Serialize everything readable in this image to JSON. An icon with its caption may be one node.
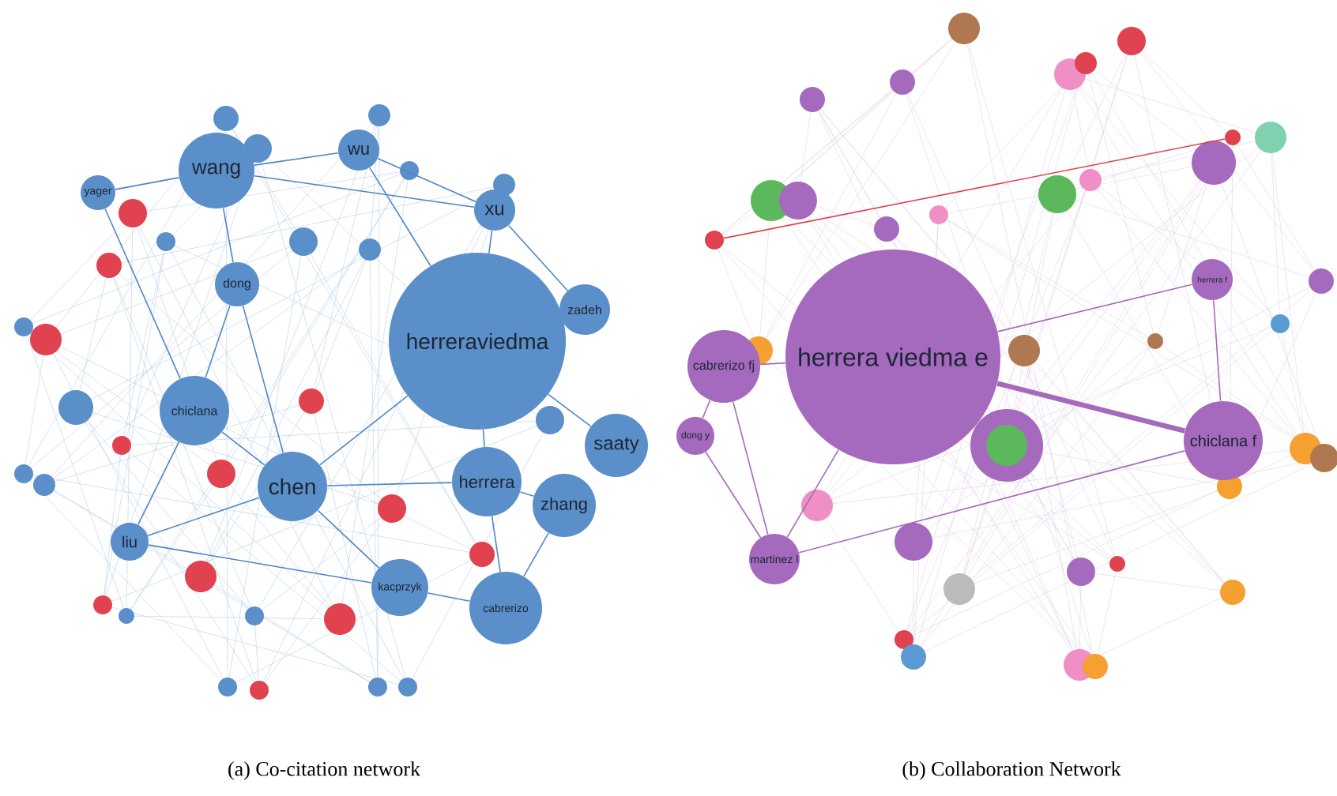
{
  "diagram": {
    "nodes": [
      {
        "text": [
          "wang"
        ]
      },
      {
        "text": [
          "wu"
        ]
      },
      {
        "text": [
          "yager"
        ]
      },
      {
        "text": [
          "xu"
        ]
      },
      {
        "text": [
          "dong"
        ]
      },
      {
        "text": [
          "zadeh"
        ]
      },
      {
        "text": [
          "herreraviedma"
        ]
      },
      {
        "text": [
          "chiclana"
        ]
      },
      {
        "text": [
          "saaty"
        ]
      },
      {
        "text": [
          "zhang"
        ]
      },
      {
        "text": [
          "chen"
        ]
      },
      {
        "text": [
          "herrera"
        ]
      },
      {
        "text": [
          "liu"
        ]
      },
      {
        "text": [
          "kacprzyk"
        ]
      },
      {
        "text": [
          "cabrerizo"
        ]
      },
      {
        "text": [
          "herrera viedma e"
        ]
      },
      {
        "text": [
          "cabrerizo fj"
        ]
      },
      {
        "text": [
          "dong y"
        ]
      },
      {
        "text": [
          "chiclana f"
        ]
      },
      {
        "text": [
          "martinez l"
        ]
      },
      {
        "text": [
          "herrera f"
        ]
      },
      {
        "text": [],
        "shape": "circle"
      },
      {
        "text": [],
        "shape": "circle"
      },
      {
        "text": [],
        "shape": "circle"
      },
      {
        "text": [],
        "shape": "circle"
      },
      {
        "text": [],
        "shape": "circle"
      },
      {
        "text": [],
        "shape": "circle"
      },
      {
        "text": [],
        "shape": "circle"
      },
      {
        "text": [],
        "shape": "circle"
      },
      {
        "text": [],
        "shape": "circle"
      },
      {
        "text": [],
        "shape": "circle"
      },
      {
        "text": [],
        "shape": "circle"
      },
      {
        "text": [],
        "shape": "circle"
      },
      {
        "text": [],
        "shape": "circle"
      },
      {
        "text": [],
        "shape": "circle"
      },
      {
        "text": [],
        "shape": "circle"
      },
      {
        "text": [],
        "shape": "circle"
      },
      {
        "text": [],
        "shape": "circle"
      },
      {
        "text": [],
        "shape": "circle"
      },
      {
        "text": [],
        "shape": "circle"
      },
      {
        "text": [],
        "shape": "circle"
      },
      {
        "text": [],
        "shape": "circle"
      },
      {
        "text": [],
        "shape": "circle"
      },
      {
        "text": [],
        "shape": "circle"
      },
      {
        "text": [],
        "shape": "circle"
      },
      {
        "text": [],
        "shape": "circle"
      },
      {
        "text": [],
        "shape": "circle"
      },
      {
        "text": [],
        "shape": "circle"
      },
      {
        "text": [],
        "shape": "circle"
      },
      {
        "text": [],
        "shape": "circle"
      },
      {
        "text": [],
        "shape": "circle"
      },
      {
        "text": [],
        "shape": "circle"
      },
      {
        "text": [],
        "shape": "circle"
      },
      {
        "text": [],
        "shape": "circle"
      },
      {
        "text": [],
        "shape": "circle"
      },
      {
        "text": [],
        "shape": "circle"
      },
      {
        "text": [],
        "shape": "circle"
      },
      {
        "text": [],
        "shape": "circle"
      },
      {
        "text": [],
        "shape": "circle"
      },
      {
        "text": [],
        "shape": "circle"
      },
      {
        "text": [],
        "shape": "circle"
      },
      {
        "text": [],
        "shape": "circle"
      },
      {
        "text": [],
        "shape": "circle"
      },
      {
        "text": [],
        "shape": "circle"
      },
      {
        "text": [],
        "shape": "circle"
      },
      {
        "text": [],
        "shape": "circle"
      },
      {
        "text": [],
        "shape": "circle"
      },
      {
        "text": [],
        "shape": "circle"
      },
      {
        "text": [],
        "shape": "circle"
      },
      {
        "text": [],
        "shape": "circle"
      },
      {
        "text": [],
        "shape": "circle"
      },
      {
        "text": [],
        "shape": "circle"
      },
      {
        "text": [],
        "shape": "circle"
      },
      {
        "text": [],
        "shape": "circle"
      },
      {
        "text": [],
        "shape": "circle"
      },
      {
        "text": [],
        "shape": "circle"
      },
      {
        "text": [],
        "shape": "circle"
      },
      {
        "text": [],
        "shape": "circle"
      },
      {
        "text": [],
        "shape": "circle"
      },
      {
        "text": [],
        "shape": "circle"
      },
      {
        "text": [],
        "shape": "circle"
      },
      {
        "text": [],
        "shape": "circle"
      },
      {
        "text": [],
        "shape": "circle"
      },
      {
        "text": [],
        "shape": "circle"
      },
      {
        "text": [],
        "shape": "circle"
      },
      {
        "text": [],
        "shape": "circle"
      }
    ],
    "edges": [
      {
        "from": 0,
        "to": 1,
        "arrow": "none"
      },
      {
        "from": 1,
        "to": 3,
        "arrow": "none"
      },
      {
        "from": 0,
        "to": 4,
        "arrow": "none"
      },
      {
        "from": 2,
        "to": 0,
        "arrow": "none"
      },
      {
        "from": 3,
        "to": 5,
        "arrow": "none"
      },
      {
        "from": 3,
        "to": 6,
        "arrow": "none"
      },
      {
        "from": 6,
        "to": 8,
        "arrow": "none"
      },
      {
        "from": 6,
        "to": 11,
        "arrow": "none"
      },
      {
        "from": 4,
        "to": 7,
        "arrow": "none"
      },
      {
        "from": 7,
        "to": 10,
        "arrow": "none"
      },
      {
        "from": 10,
        "to": 11,
        "arrow": "none"
      },
      {
        "from": 11,
        "to": 9,
        "arrow": "none"
      },
      {
        "from": 10,
        "to": 13,
        "arrow": "none"
      },
      {
        "from": 13,
        "to": 14,
        "arrow": "none"
      },
      {
        "from": 11,
        "to": 14,
        "arrow": "none"
      },
      {
        "from": 12,
        "to": 7,
        "arrow": "none"
      },
      {
        "from": 12,
        "to": 10,
        "arrow": "none"
      },
      {
        "from": 2,
        "to": 7,
        "arrow": "none"
      },
      {
        "from": 1,
        "to": 6,
        "arrow": "none"
      },
      {
        "from": 4,
        "to": 10,
        "arrow": "none"
      },
      {
        "from": 12,
        "to": 13,
        "arrow": "none"
      },
      {
        "from": 14,
        "to": 9,
        "arrow": "none"
      },
      {
        "from": 10,
        "to": 6,
        "arrow": "none"
      },
      {
        "from": 0,
        "to": 3,
        "arrow": "none"
      },
      {
        "from": 15,
        "to": 18,
        "arrow": "none",
        "style": "thick",
        "color": "#a569bd"
      },
      {
        "from": 15,
        "to": 16,
        "arrow": "none",
        "color": "#a569bd"
      },
      {
        "from": 16,
        "to": 17,
        "arrow": "none",
        "color": "#a569bd"
      },
      {
        "from": 15,
        "to": 19,
        "arrow": "none",
        "color": "#a569bd"
      },
      {
        "from": 16,
        "to": 19,
        "arrow": "none",
        "color": "#a569bd"
      },
      {
        "from": 18,
        "to": 19,
        "arrow": "none",
        "color": "#a569bd"
      },
      {
        "from": 15,
        "to": 20,
        "arrow": "none",
        "color": "#a569bd"
      },
      {
        "from": 20,
        "to": 18,
        "arrow": "none",
        "color": "#a569bd"
      },
      {
        "from": 17,
        "to": 19,
        "arrow": "none",
        "color": "#a569bd"
      },
      {
        "from": 51,
        "to": 79,
        "arrow": "none",
        "color": "#e0424f"
      }
    ],
    "labels": [
      "(a) Co-citation network",
      "(b) Collaboration Network"
    ]
  }
}
